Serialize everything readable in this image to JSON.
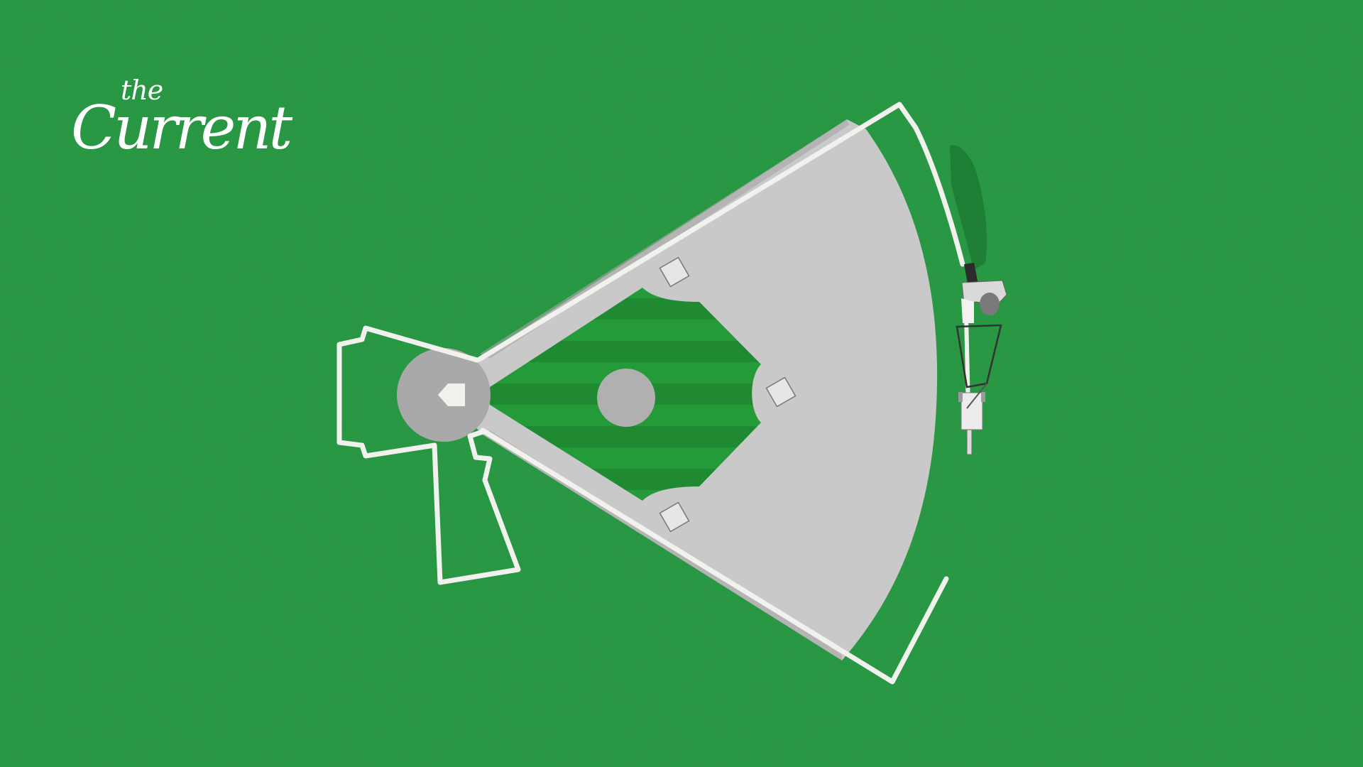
{
  "logo": {
    "prefix": "the",
    "name": "Current"
  },
  "illustration": {
    "description": "Overhead view of a baseball field diamond with a groundskeeper chalking the outfield line",
    "elements": [
      "home-plate",
      "pitchers-mound",
      "first-base",
      "second-base",
      "third-base",
      "foul-lines",
      "infield-grass",
      "infield-dirt",
      "batters-boxes",
      "groundskeeper",
      "line-marker-cart"
    ]
  },
  "colors": {
    "background_green": "#24963f",
    "infield_grass": "#1f8a32",
    "dirt_gray": "#c9c9c9",
    "dark_gray": "#a6a6a6",
    "chalk_white": "#f1f1ee",
    "shadow": "#1d7a33"
  }
}
